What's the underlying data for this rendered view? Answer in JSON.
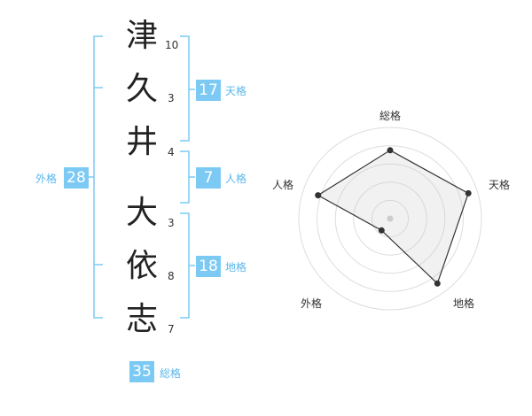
{
  "names": {
    "chars": [
      {
        "char": "津",
        "strokes": "10"
      },
      {
        "char": "久",
        "strokes": "3"
      },
      {
        "char": "井",
        "strokes": "4"
      },
      {
        "char": "大",
        "strokes": "3"
      },
      {
        "char": "依",
        "strokes": "8"
      },
      {
        "char": "志",
        "strokes": "7"
      }
    ]
  },
  "fortune": {
    "tenkaku": {
      "value": "17",
      "label": "天格"
    },
    "jinkaku": {
      "value": "7",
      "label": "人格"
    },
    "chikaku": {
      "value": "18",
      "label": "地格"
    },
    "gaikaku": {
      "value": "28",
      "label": "外格"
    },
    "soukaku": {
      "value": "35",
      "label": "総格"
    }
  },
  "radar": {
    "axes": [
      "総格",
      "天格",
      "地格",
      "外格",
      "人格"
    ],
    "values": [
      0.75,
      0.9,
      0.88,
      0.16,
      0.83
    ]
  },
  "colors": {
    "accent": "#7ccaf4",
    "bracket": "#7ccaf4",
    "text": "#222222"
  }
}
